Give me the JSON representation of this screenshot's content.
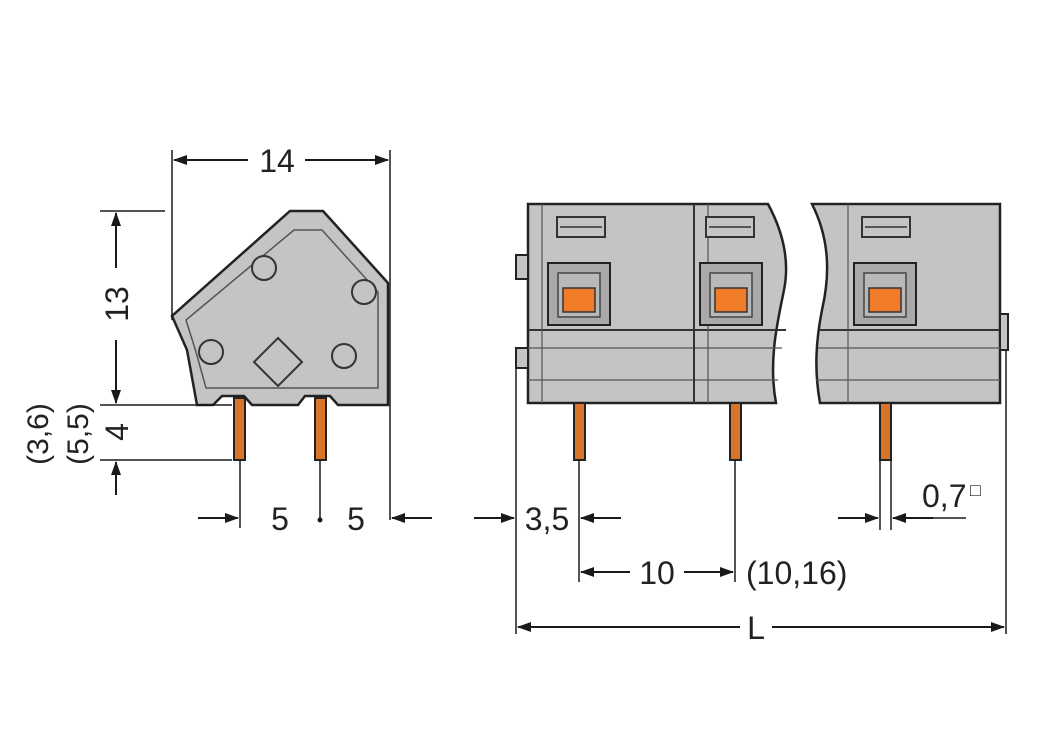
{
  "dimensions": {
    "width": "14",
    "height": "13",
    "pin_length": "4",
    "pin_length_alt1": "(3,6)",
    "pin_length_alt2": "(5,5)",
    "pitch_left": "5",
    "pitch_right": "5",
    "edge_offset": "3,5",
    "pin_pitch": "10",
    "pin_pitch_alt": "(10,16)",
    "pin_size": "0,7",
    "pin_size_symbol": "□",
    "overall_length": "L"
  },
  "colors": {
    "housing": "#c4c4c4",
    "housing_dark": "#a9a9a9",
    "actuator": "#f07c2a",
    "pin": "#d9742b",
    "outline": "#222222"
  }
}
